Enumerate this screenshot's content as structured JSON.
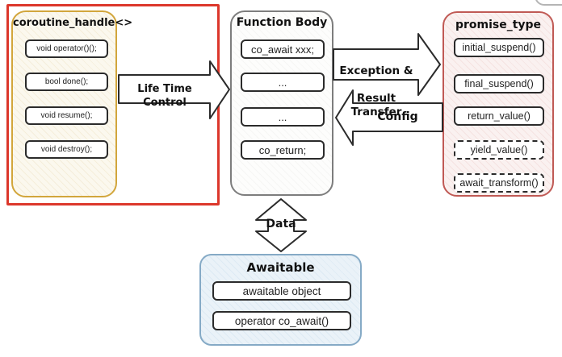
{
  "coroutine_handle": {
    "title": "coroutine_handle<>",
    "methods": [
      "void operator()();",
      "bool done();",
      "void resume();",
      "void destroy();"
    ]
  },
  "function_body": {
    "title": "Function Body",
    "statements": [
      "co_await xxx;",
      "...",
      "...",
      "co_return;"
    ]
  },
  "promise_type": {
    "title": "promise_type",
    "methods": [
      "initial_suspend()",
      "final_suspend()",
      "return_value()",
      "yield_value()",
      "await_transform()"
    ]
  },
  "awaitable": {
    "title": "Awaitable",
    "items": [
      "awaitable object",
      "operator co_await()"
    ]
  },
  "arrows": {
    "life_time_control": "Life Time Control",
    "exception_result_line1": "Exception &",
    "exception_result_line2": "Result Transfer",
    "config": "Config",
    "data": "Data"
  },
  "colors": {
    "outer_frame": "#dc372b",
    "coroutine_border": "#d2a63c",
    "function_border": "#7d7d7d",
    "promise_border": "#c05a55",
    "awaitable_border": "#85aac6",
    "arrow_outline": "#2b2b2b"
  }
}
